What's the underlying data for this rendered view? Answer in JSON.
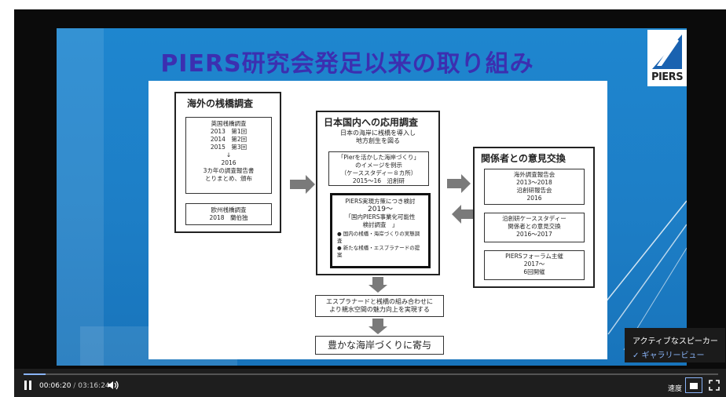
{
  "slide": {
    "title": "PIERS研究会発足以来の取り組み",
    "logo_text": "PIERS"
  },
  "diagram": {
    "left_box": {
      "title": "海外の桟橋調査",
      "uk_lines": [
        "英国桟橋調査",
        "2013　第1回",
        "2014　第2回",
        "2015　第3回",
        "↓",
        "2016",
        "3カ年の調査報告書",
        "とりまとめ、頒布"
      ],
      "eu_lines": [
        "欧州桟橋調査",
        "2018　蘭伯独"
      ]
    },
    "center_box": {
      "title": "日本国内への応用調査",
      "intro_lines": [
        "日本の海岸に桟橋を導入し",
        "地方創生を図る"
      ],
      "case_lines": [
        "「Pierを活かした海岸づくり」",
        "のイメージを例示",
        "（ケーススタディー８カ所）",
        "2015～16　沿創研"
      ],
      "plan_title_lines": [
        "PIERS実現方策につき検討",
        "2019～",
        "「国内PIERS事業化可能性",
        "検討調査　」"
      ],
      "bullets": [
        "国内の桟橋・海岸づくりの実態調査",
        "新たな桟橋・エスプラナードの提案"
      ]
    },
    "right_box": {
      "title": "関係者との意見交換",
      "box1_lines": [
        "海外調査報告会",
        "2013～2018",
        "沿創研報告会",
        "2016"
      ],
      "box2_lines": [
        "沿創研ケーススタディー",
        "関係者との意見交換",
        "2016～2017"
      ],
      "box3_lines": [
        "PIERSフォーラム主催",
        "2017～",
        "6回開催"
      ]
    },
    "bottom_box1_lines": [
      "エスプラナードと桟橋の組み合わせに",
      "より親水空間の魅力向上を実現する"
    ],
    "bottom_box2": "豊かな海岸づくりに寄与"
  },
  "player": {
    "time_current": "00:06:20",
    "time_separator": "/",
    "time_total": "03:16:24",
    "speed_label": "速度",
    "progress_fraction": 0.032,
    "accent_color": "#8ab4f8"
  },
  "view_menu": {
    "items": [
      {
        "label": "アクティブなスピーカー",
        "selected": false
      },
      {
        "label": "✓ ギャラリービュー",
        "selected": true
      }
    ]
  }
}
